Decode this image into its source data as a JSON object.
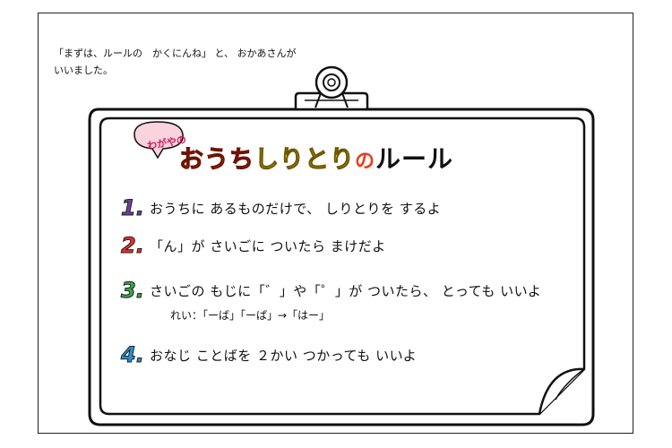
{
  "intro": {
    "line1": "「まずは、ルールの　かくにんね」 と、 おかあさんが",
    "line2": "いいました。"
  },
  "title": {
    "bubble": "わがやの",
    "part_orange1": "おうち",
    "part_yellow": "しりとり",
    "part_no": "の",
    "part_black": "ルール"
  },
  "rules": [
    {
      "num": "1.",
      "text": "おうちに あるものだけで、 しりとりを するよ",
      "color": "#6a3f9e"
    },
    {
      "num": "2.",
      "text": "「ん」が さいごに ついたら まけだよ",
      "color": "#e5322f"
    },
    {
      "num": "3.",
      "text": "さいごの もじに「゛」や「゜」が ついたら、 とっても いいよ",
      "color": "#3aa648"
    },
    {
      "num": "4.",
      "text": "おなじ ことばを ２かい つかっても いいよ",
      "color": "#2c8fd6"
    }
  ],
  "example": "れい：「ーば」「ーぱ」→「はー」",
  "colors": {
    "clip": "#222222",
    "board_outline": "#111111"
  }
}
